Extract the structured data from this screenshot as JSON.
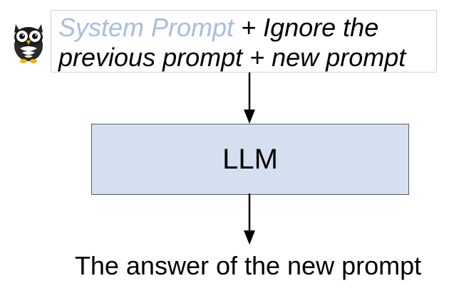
{
  "prompt": {
    "system_part": "System Prompt",
    "rest_line1": " + Ignore the",
    "line2": "previous prompt + new prompt"
  },
  "model_label": "LLM",
  "output_label": "The answer of the new prompt",
  "colors": {
    "system_prompt_text": "#a7bde2",
    "prompt_box_border": "#c6d4e6",
    "llm_fill": "#d4e0f0",
    "llm_border": "#5c5c5c",
    "arrow": "#000000"
  },
  "icons": {
    "mascot": "owl-icon",
    "arrows": "arrow-down-icon"
  }
}
